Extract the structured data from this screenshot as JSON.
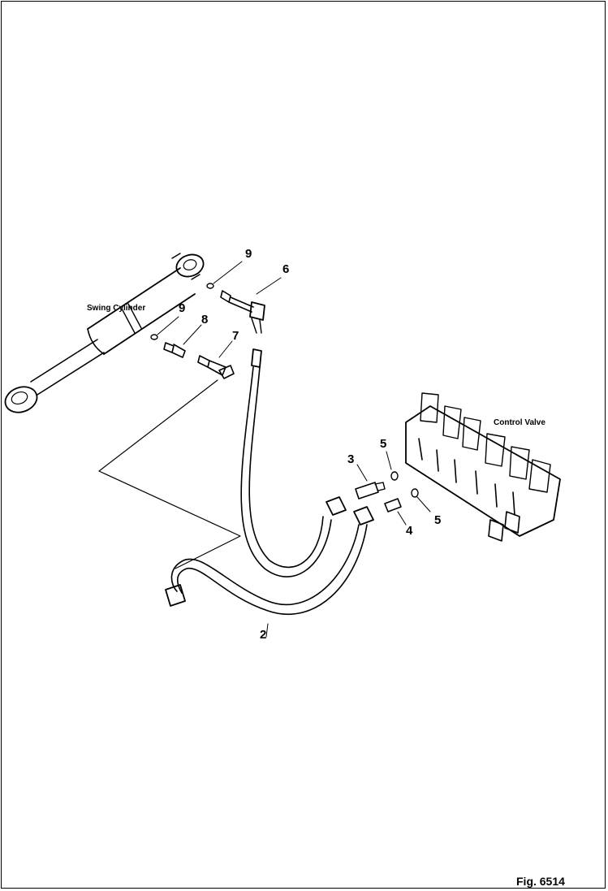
{
  "labels": {
    "swing_cylinder": "Swing Cylinder",
    "control_valve": "Control Valve",
    "figure": "Fig. 6514"
  },
  "callouts": {
    "p2": "2",
    "p3": "3",
    "p4": "4",
    "p5a": "5",
    "p5b": "5",
    "p6": "6",
    "p7": "7",
    "p8": "8",
    "p9a": "9",
    "p9b": "9"
  }
}
